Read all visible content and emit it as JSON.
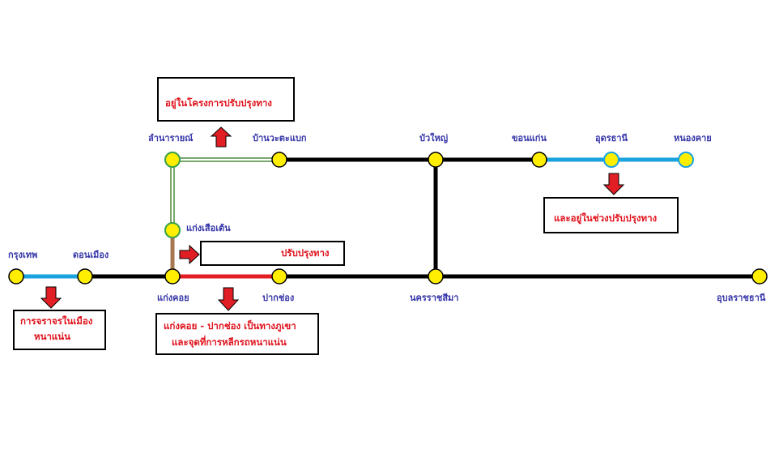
{
  "stations": {
    "krung_thep": "กรุงเทพ",
    "don_mueang": "ดอนเมือง",
    "kaeng_khoi": "แก่งคอย",
    "kaeng_suea_ten": "แก่งเสือเต้น",
    "lam_narai": "ลำนารายณ์",
    "ban_wa_tae_baek": "บ้านวะตะแบก",
    "bua_yai": "บัวใหญ่",
    "khon_kaen": "ขอนแก่น",
    "udon_thani": "อุดรธานี",
    "nong_khai": "หนองคาย",
    "pak_chong": "ปากช่อง",
    "nakhon_ratchasima": "นครราชสีมา",
    "ubon_ratchathani": "อุบลราชธานี"
  },
  "notes": {
    "lam_narai_project": "อยู่ในโครงการปรับปรุงทาง",
    "udon_improvement": "และอยู่ในช่วงปรับปรุงทาง",
    "kaeng_khoi_improvement": "ปรับปรุงทาง",
    "bangkok_traffic_line1": "การจราจรในเมือง",
    "bangkok_traffic_line2": "หนาแน่น",
    "mountain_line1": "แก่งคอย - ปากช่อง เป็นทางภูเขา",
    "mountain_line2": "และจุดที่การหลีกรถหนาแน่น"
  },
  "colors": {
    "main_track": "#000000",
    "improved_track": "#1aa3e0",
    "mountain_track": "#e01e24",
    "branch_track": "#a57852",
    "green_track": "#7aa86c",
    "station_fill": "#ffee00",
    "arrow": "#e01e24",
    "note_text": "#e0101a",
    "station_text": "#3535a8"
  }
}
